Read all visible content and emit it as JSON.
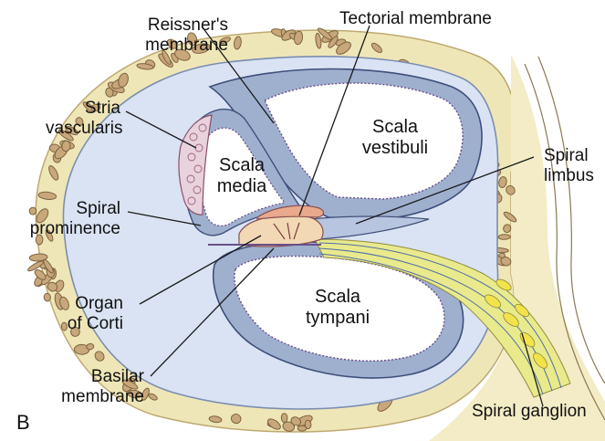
{
  "figure": {
    "panel_letter": "B",
    "compartments": {
      "scala_vestibuli": [
        "Scala",
        "vestibuli"
      ],
      "scala_media": [
        "Scala",
        "media"
      ],
      "scala_tympani": [
        "Scala",
        "tympani"
      ]
    },
    "labels": {
      "reissners_membrane": [
        "Reissner's",
        "membrane"
      ],
      "tectorial_membrane": [
        "Tectorial membrane"
      ],
      "stria_vascularis": [
        "Stria",
        "vascularis"
      ],
      "spiral_limbus": [
        "Spiral",
        "limbus"
      ],
      "spiral_prominence": [
        "Spiral",
        "prominence"
      ],
      "organ_of_corti": [
        "Organ",
        "of Corti"
      ],
      "basilar_membrane": [
        "Basilar",
        "membrane"
      ],
      "spiral_ganglion": [
        "Spiral ganglion"
      ]
    },
    "colors": {
      "bone": "#efe6b8",
      "bone_cells": "#c8a77a",
      "duct_wall": "#9fb0cf",
      "perilymph": "#d9e3f3",
      "tectorial": "#e8a98c",
      "nerve": "#e9ea8c",
      "leader_line": "#1a1a1a"
    }
  }
}
